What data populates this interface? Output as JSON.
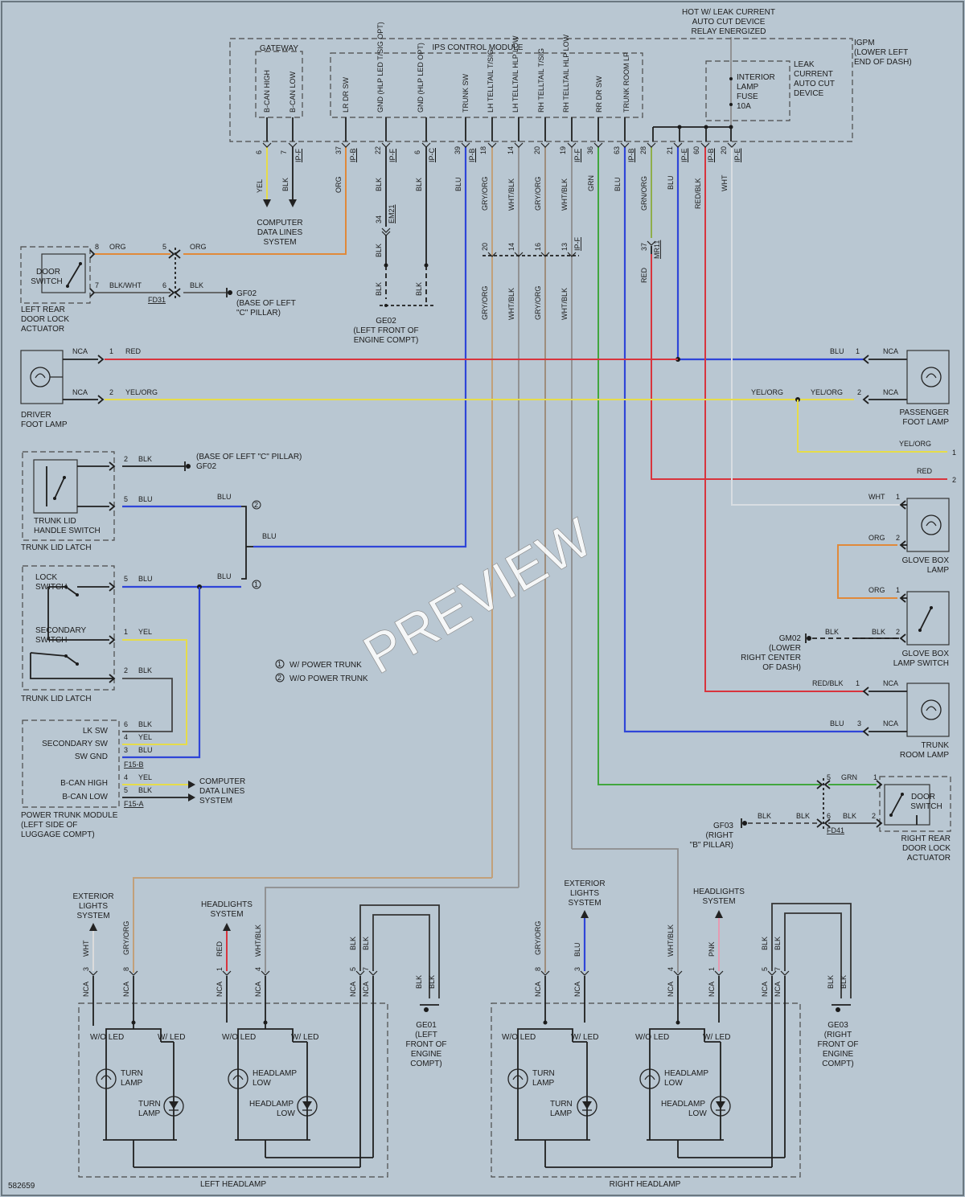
{
  "diagram_id": "582659",
  "watermark": "PREVIEW",
  "top_note": [
    "HOT W/ LEAK CURRENT",
    "AUTO CUT DEVICE",
    "RELAY ENERGIZED"
  ],
  "ips_module": {
    "title": "IPS CONTROL MODULE",
    "gateway": "GATEWAY",
    "igpm": [
      "IGPM",
      "(LOWER LEFT",
      "END OF DASH)"
    ],
    "leak": [
      "LEAK",
      "CURRENT",
      "AUTO CUT",
      "DEVICE"
    ],
    "fuse": [
      "INTERIOR",
      "LAMP",
      "FUSE",
      "10A"
    ],
    "pins": [
      "B-CAN HIGH",
      "B-CAN LOW",
      "LR DR SW",
      "GND (HLP LED T/SIG OPT)",
      "GND (HLP LED OPT)",
      "TRUNK SW",
      "LH TELLTAIL T/SIG",
      "LH TELLTAIL HLP LOW",
      "RH TELLTAIL T/SIG",
      "RH TELLTAIL HLP LOW",
      "RR DR SW",
      "TRUNK ROOM LP"
    ],
    "pin_numbers": [
      "6",
      "7",
      "37",
      "22",
      "6",
      "39",
      "18",
      "14",
      "20",
      "19",
      "36",
      "63",
      "28",
      "21",
      "60",
      "20"
    ],
    "connectors": [
      "IP-F",
      "IP-B",
      "IP-F",
      "IP-C",
      "IP-B",
      "IP-F",
      "IP-B",
      "IP-E",
      "IP-B",
      "IP-E"
    ]
  },
  "wire_colors": {
    "yel": "YEL",
    "blk": "BLK",
    "org": "ORG",
    "blu": "BLU",
    "gryorg": "GRY/ORG",
    "whtblk": "WHT/BLK",
    "grn": "GRN",
    "grnorg": "GRN/ORG",
    "redblk": "RED/BLK",
    "wht": "WHT",
    "red": "RED",
    "yelorg": "YEL/ORG",
    "blkwht": "BLK/WHT",
    "pnk": "PNK"
  },
  "labels": {
    "computer_data": [
      "COMPUTER",
      "DATA LINES",
      "SYSTEM"
    ],
    "em21": "EM21",
    "mr11": "MR11",
    "ipf": "IP-F",
    "fd31": "FD31",
    "fd41": "FD41",
    "gf02": [
      "GF02",
      "(BASE OF LEFT",
      "\"C\" PILLAR)"
    ],
    "gf02_trunk": "(BASE OF LEFT \"C\" PILLAR)",
    "gf02_short": "GF02",
    "ge02": [
      "GE02",
      "(LEFT FRONT OF",
      "ENGINE COMPT)"
    ],
    "door_switch": [
      "DOOR",
      "SWITCH"
    ],
    "left_rear_door": [
      "LEFT REAR",
      "DOOR LOCK",
      "ACTUATOR"
    ],
    "nca": "NCA",
    "driver_foot": [
      "DRIVER",
      "FOOT LAMP"
    ],
    "passenger_foot": [
      "PASSENGER",
      "FOOT LAMP"
    ],
    "trunk_lid_handle": [
      "TRUNK LID",
      "HANDLE SWITCH"
    ],
    "trunk_lid_latch": "TRUNK LID LATCH",
    "lock_switch": [
      "LOCK",
      "SWITCH"
    ],
    "secondary_switch": [
      "SECONDARY",
      "SWITCH"
    ],
    "legend1": "W/ POWER TRUNK",
    "legend2": "W/O POWER TRUNK",
    "ptm_pins": [
      "LK SW",
      "SECONDARY SW",
      "SW GND",
      "B-CAN HIGH",
      "B-CAN LOW"
    ],
    "f15b": "F15-B",
    "f15a": "F15-A",
    "ptm": [
      "POWER TRUNK MODULE",
      "(LEFT SIDE OF",
      "LUGGAGE COMPT)"
    ],
    "glove_box_lamp": [
      "GLOVE BOX",
      "LAMP"
    ],
    "glove_box_switch": [
      "GLOVE BOX",
      "LAMP SWITCH"
    ],
    "gm02": [
      "GM02",
      "(LOWER",
      "RIGHT CENTER",
      "OF DASH)"
    ],
    "trunk_room_lamp": [
      "TRUNK",
      "ROOM LAMP"
    ],
    "right_rear_door": [
      "RIGHT REAR",
      "DOOR LOCK",
      "ACTUATOR"
    ],
    "gf03": [
      "GF03",
      "(RIGHT",
      "\"B\" PILLAR)"
    ],
    "exterior_lights": [
      "EXTERIOR",
      "LIGHTS",
      "SYSTEM"
    ],
    "headlights": [
      "HEADLIGHTS",
      "SYSTEM"
    ],
    "ge01": [
      "GE01",
      "(LEFT",
      "FRONT OF",
      "ENGINE",
      "COMPT)"
    ],
    "ge03": [
      "GE03",
      "(RIGHT",
      "FRONT OF",
      "ENGINE",
      "COMPT)"
    ],
    "wo_led": "W/O LED",
    "w_led": "W/ LED",
    "turn_lamp": [
      "TURN",
      "LAMP"
    ],
    "headlamp_low": [
      "HEADLAMP",
      "LOW"
    ],
    "left_headlamp": "LEFT HEADLAMP",
    "right_headlamp": "RIGHT HEADLAMP",
    "n1": "1",
    "n2": "2",
    "n3": "3",
    "n4": "4",
    "n5": "5",
    "n6": "6",
    "n7": "7",
    "n8": "8",
    "n13": "13",
    "n14": "14",
    "n16": "16",
    "n20": "20",
    "n34": "34",
    "n37": "37"
  }
}
